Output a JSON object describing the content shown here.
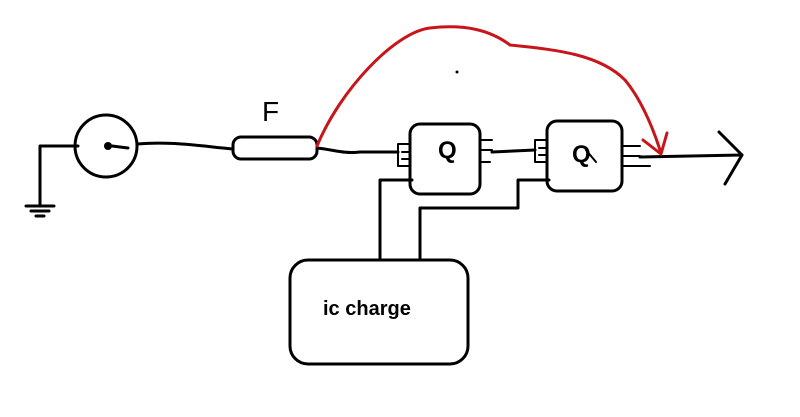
{
  "diagram": {
    "nodes": [
      {
        "id": "source",
        "kind": "circle-source",
        "label": ""
      },
      {
        "id": "ground",
        "kind": "ground",
        "label": ""
      },
      {
        "id": "filter",
        "kind": "component",
        "label": "F"
      },
      {
        "id": "q1",
        "kind": "block",
        "label": "Q"
      },
      {
        "id": "q2",
        "kind": "block",
        "label": "Q"
      },
      {
        "id": "ic_charge",
        "kind": "block",
        "label": "ic charge"
      },
      {
        "id": "output",
        "kind": "arrow-output",
        "label": ""
      }
    ],
    "edges": [
      {
        "from": "ground",
        "to": "source",
        "color": "#000000"
      },
      {
        "from": "source",
        "to": "filter",
        "color": "#000000"
      },
      {
        "from": "filter",
        "to": "q1",
        "color": "#000000"
      },
      {
        "from": "q1",
        "to": "q2",
        "color": "#000000"
      },
      {
        "from": "q2",
        "to": "output",
        "color": "#000000"
      },
      {
        "from": "ic_charge",
        "to": "q1",
        "color": "#000000"
      },
      {
        "from": "ic_charge",
        "to": "q2",
        "color": "#000000"
      },
      {
        "from": "filter",
        "to": "q2",
        "color": "#c8151b",
        "style": "bypass-arc"
      }
    ],
    "colors": {
      "ink": "#000000",
      "bypass": "#c8151b",
      "background": "#ffffff"
    }
  }
}
